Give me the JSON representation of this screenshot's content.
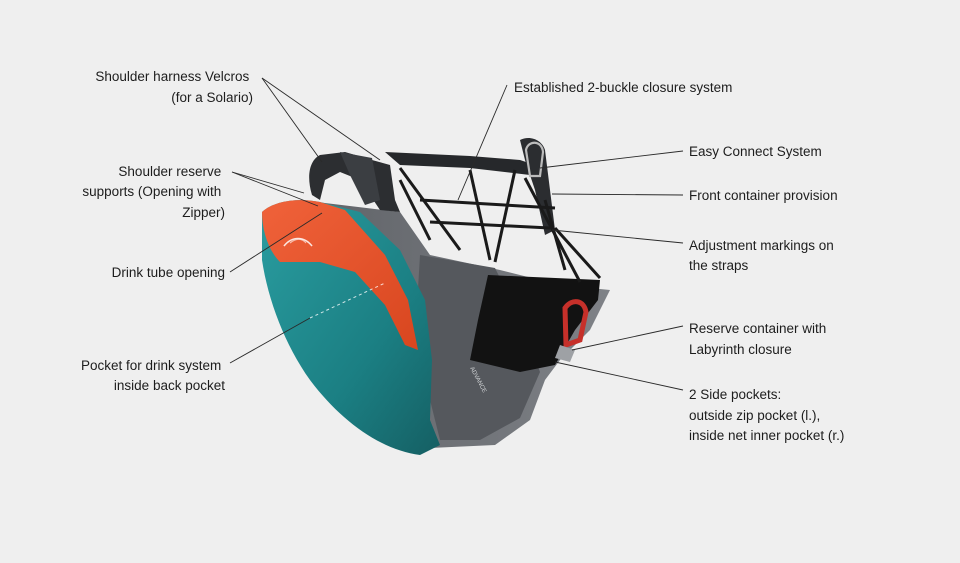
{
  "callouts_left": [
    {
      "lines": [
        "Shoulder harness Velcros",
        "(for a Solario)"
      ]
    },
    {
      "lines": [
        "Shoulder reserve",
        "supports (Opening with",
        "Zipper)"
      ]
    },
    {
      "lines": [
        "Drink tube opening"
      ]
    },
    {
      "lines": [
        "Pocket for drink system",
        "inside back pocket"
      ]
    }
  ],
  "callouts_right": [
    {
      "lines": [
        "Established 2-buckle closure system"
      ]
    },
    {
      "lines": [
        "Easy Connect System"
      ]
    },
    {
      "lines": [
        "Front container provision"
      ]
    },
    {
      "lines": [
        "Adjustment markings on",
        "the straps"
      ]
    },
    {
      "lines": [
        "Reserve container with",
        "Labyrinth closure"
      ]
    },
    {
      "lines": [
        "2 Side pockets:",
        "outside zip pocket (l.),",
        "inside net inner pocket (r.)"
      ]
    }
  ],
  "product_side_text": "ADVANCE",
  "colors": {
    "background": "#efefef",
    "teal": "#1f8a8c",
    "orange": "#e8532a",
    "grey": "#6e7176",
    "black": "#111111",
    "reserve_red": "#c6302a"
  }
}
